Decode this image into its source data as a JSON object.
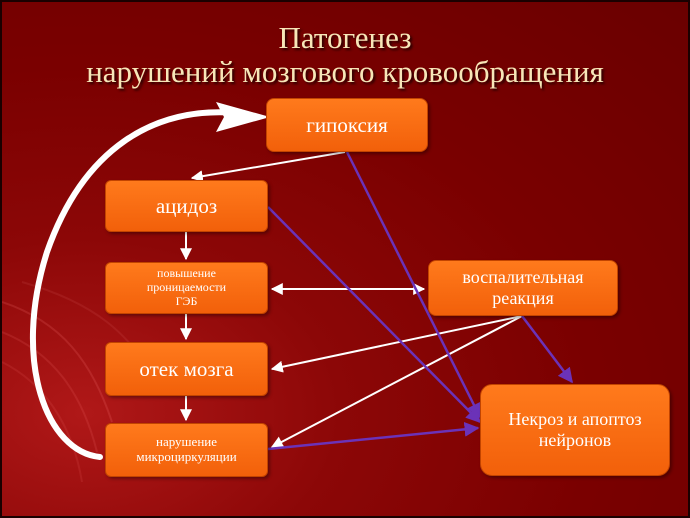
{
  "title": {
    "line1": "Патогенез",
    "line2": "нарушений мозгового кровообращения"
  },
  "boxes": {
    "hypoxia": "гипоксия",
    "acidosis": "ацидоз",
    "bbb": [
      "повышение",
      "проницаемости",
      "ГЭБ"
    ],
    "edema": "отек мозга",
    "microcirculation": [
      "нарушение",
      "микроциркуляции"
    ],
    "inflammation": [
      "воспалительная",
      "реакция"
    ],
    "necrosis": [
      "Некроз и апоптоз",
      "нейронов"
    ]
  },
  "colors": {
    "background": "#7a0000",
    "title_text": "#f7e6b8",
    "box_fill": "#f76a12",
    "arrow_white": "#ffffff",
    "arrow_purple": "#6b32b8"
  }
}
